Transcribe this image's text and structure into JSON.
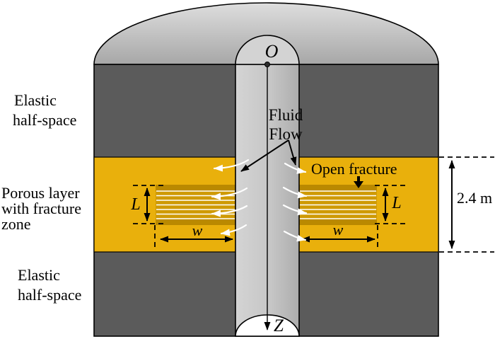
{
  "labels": {
    "origin": "O",
    "depth_axis": "Z",
    "fluid_flow": [
      "Fluid",
      "Flow"
    ],
    "open_fracture": "Open fracture",
    "elastic_half_space": [
      "Elastic",
      "half-space"
    ],
    "porous_layer": [
      "Porous layer",
      "with fracture",
      "zone"
    ],
    "layer_thickness": "2.4 m",
    "fracture_half_length": "L",
    "fracture_width": "w"
  },
  "colors": {
    "rock": "#5b5b5b",
    "porous": "#e9b00c",
    "fracture_dark": "#ba8900",
    "fracture_light": "#cf9a05",
    "fracture_line": "#ffffff",
    "outline": "#000000"
  }
}
